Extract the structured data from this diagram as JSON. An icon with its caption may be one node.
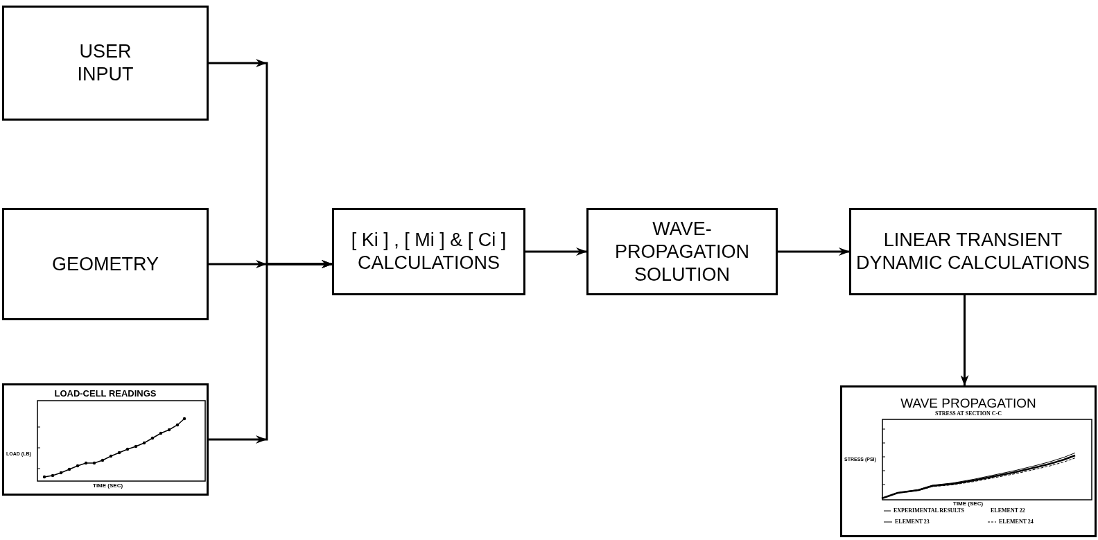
{
  "diagram": {
    "nodes": [
      {
        "text": [
          "USER INPUT"
        ]
      },
      {
        "text": [
          "GEOMETRY"
        ]
      },
      {
        "text": [
          "LOAD-CELL READINGS",
          "LOAD (LB)",
          "TIME (SEC)"
        ]
      },
      {
        "text": [
          "[ Ki ] , [ Mi ] & [ Ci ] CALCULATIONS"
        ]
      },
      {
        "text": [
          "WAVE- PROPAGATION SOLUTION"
        ]
      },
      {
        "text": [
          "LINEAR TRANSIENT DYNAMIC CALCULATIONS"
        ]
      },
      {
        "text": [
          "WAVE PROPAGATION",
          "STRESS AT SECTION C-C",
          "STRESS (PSI)",
          "TIME (SEC)",
          "EXPERIMENTAL RESULTS",
          "ELEMENT 22",
          "ELEMENT 23",
          "ELEMENT 24"
        ]
      }
    ],
    "edges": [
      {
        "from": 0,
        "to": 3,
        "arrow": "to"
      },
      {
        "from": 1,
        "to": 3,
        "arrow": "to"
      },
      {
        "from": 2,
        "to": 3,
        "arrow": "to"
      },
      {
        "from": 3,
        "to": 4,
        "arrow": "to"
      },
      {
        "from": 4,
        "to": 5,
        "arrow": "to"
      },
      {
        "from": 5,
        "to": 6,
        "arrow": "to"
      }
    ]
  }
}
